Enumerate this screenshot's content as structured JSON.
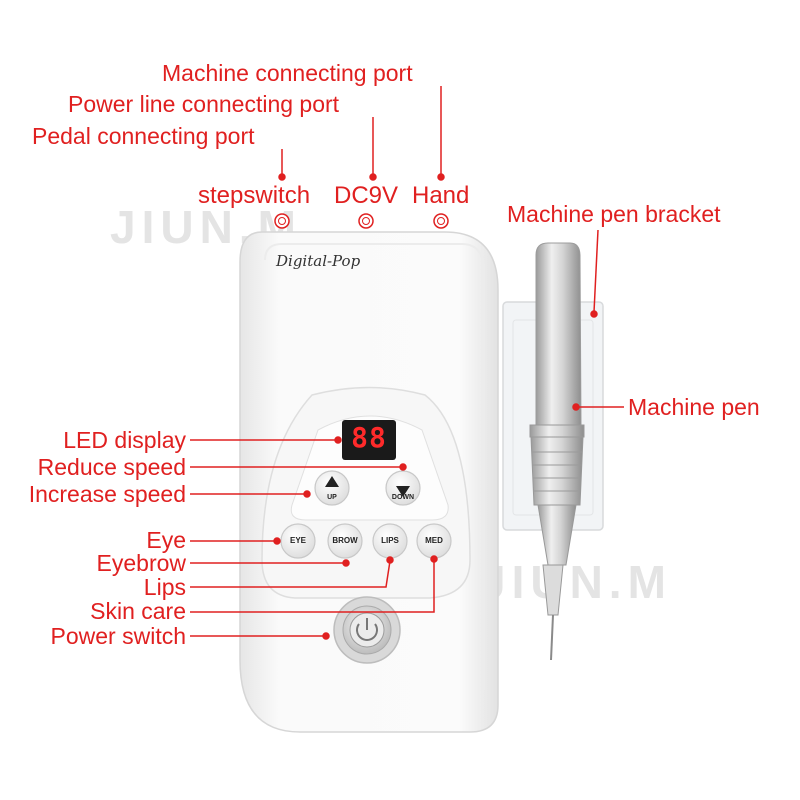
{
  "colors": {
    "label": "#e02020",
    "body": "#f3f3f3",
    "panel": "#f7f7f7",
    "led_bg": "#1a1a1a",
    "led_digit": "#ff2a2a",
    "pen": "#c9c9c9"
  },
  "watermark": "JIUN.M",
  "brand": "Digital-Pop",
  "led_value": "88",
  "ports": {
    "stepswitch": "stepswitch",
    "dc": "DC9V",
    "hand": "Hand"
  },
  "top_labels": {
    "machine_port": "Machine connecting port",
    "power_port": "Power line connecting port",
    "pedal_port": "Pedal connecting port"
  },
  "right_labels": {
    "bracket": "Machine pen bracket",
    "pen": "Machine pen"
  },
  "left_labels": {
    "led": "LED display",
    "reduce": "Reduce speed",
    "increase": "Increase speed",
    "eye": "Eye",
    "eyebrow": "Eyebrow",
    "lips": "Lips",
    "skin": "Skin care",
    "power": "Power switch"
  },
  "buttons": {
    "up": "UP",
    "down": "DOWN",
    "eye": "EYE",
    "brow": "BROW",
    "lips": "LIPS",
    "med": "MED"
  }
}
